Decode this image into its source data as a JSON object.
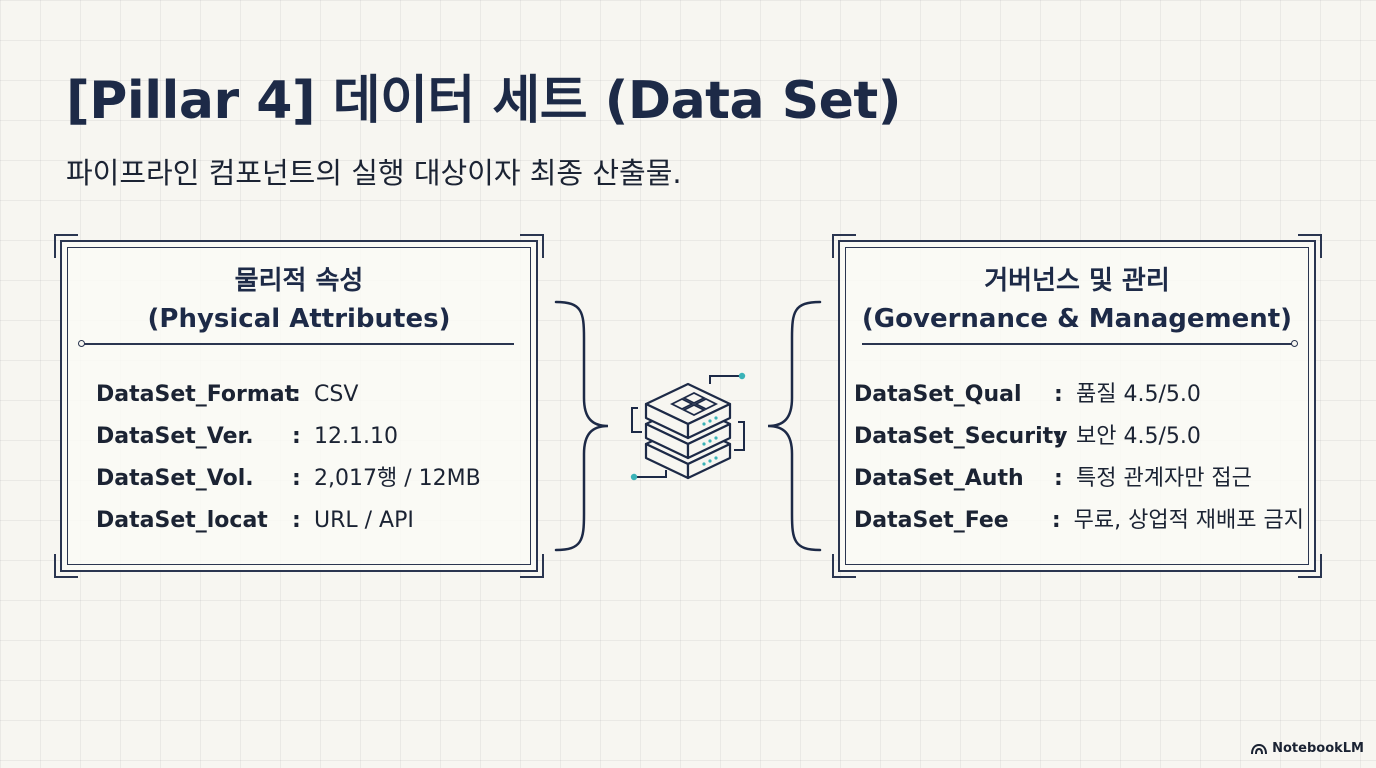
{
  "title": "[Pillar 4] 데이터 세트 (Data Set)",
  "subtitle": "파이프라인 컴포넌트의 실행 대상이자 최종 산출물.",
  "physical": {
    "heading_ko": "물리적 속성",
    "heading_en": "(Physical Attributes)",
    "rows": [
      {
        "key": "DataSet_Format",
        "value": "CSV"
      },
      {
        "key": "DataSet_Ver.",
        "value": "12.1.10"
      },
      {
        "key": "DataSet_Vol.",
        "value": "2,017행 / 12MB"
      },
      {
        "key": "DataSet_locat",
        "value": "URL / API"
      }
    ]
  },
  "governance": {
    "heading_ko": "거버넌스 및 관리",
    "heading_en": "(Governance & Management)",
    "rows": [
      {
        "key": "DataSet_Qual",
        "value": "품질 4.5/5.0"
      },
      {
        "key": "DataSet_Security",
        "value": "보안 4.5/5.0"
      },
      {
        "key": "DataSet_Auth",
        "value": "특정 관계자만 접근"
      },
      {
        "key": "DataSet_Fee",
        "value": "무료, 상업적 재배포 금지"
      }
    ]
  },
  "separator": ":",
  "watermark": "NotebookLM",
  "icons": {
    "center": "server-stack-icon",
    "watermark": "notebooklm-logo-icon"
  },
  "colors": {
    "navy": "#1d2a47",
    "accent": "#3bb3b8",
    "background": "#f7f6f1"
  }
}
